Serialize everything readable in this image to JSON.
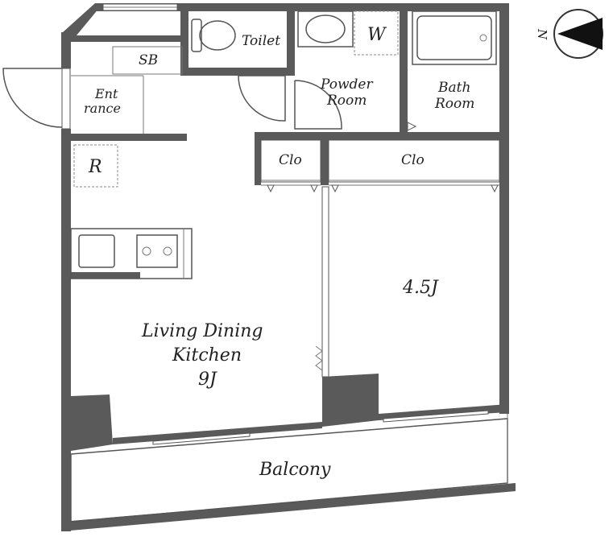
{
  "floorplan": {
    "rooms": {
      "toilet": "Toilet",
      "washer": "W",
      "sb": "SB",
      "entrance_line1": "Ent",
      "entrance_line2": "rance",
      "powder_line1": "Powder",
      "powder_line2": "Room",
      "bath_line1": "Bath",
      "bath_line2": "Room",
      "fridge": "R",
      "closet_left": "Clo",
      "closet_right": "Clo",
      "ldk_line1": "Living Dining",
      "ldk_line2": "Kitchen",
      "ldk_size": "9J",
      "bedroom_size": "4.5J",
      "balcony": "Balcony"
    },
    "compass": {
      "north_label": "N"
    }
  }
}
